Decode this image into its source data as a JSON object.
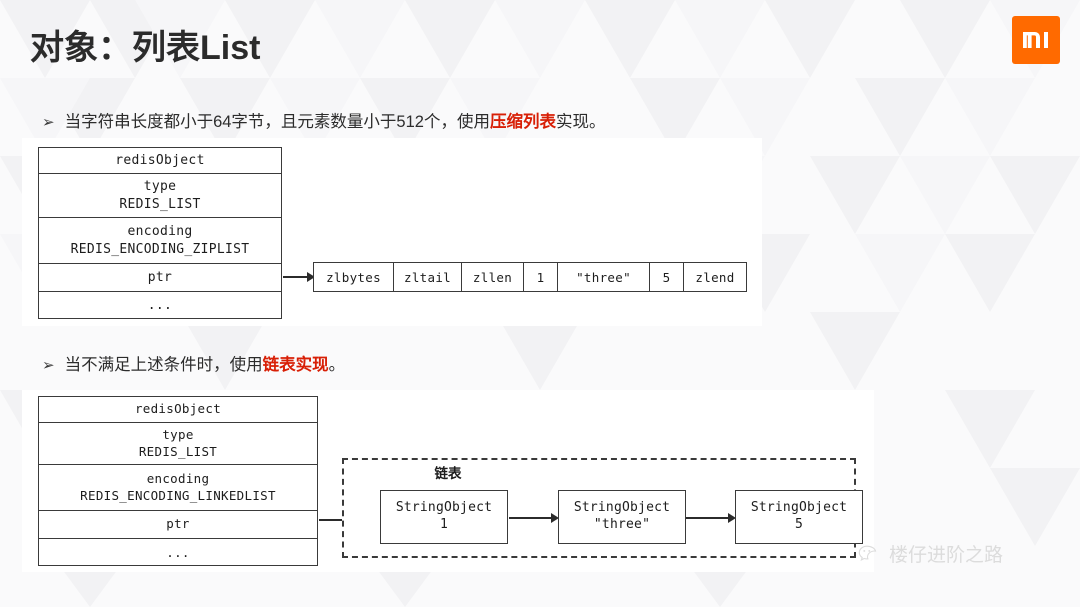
{
  "slide": {
    "title": "对象：列表List",
    "brand_logo": "xiaomi-mi-logo",
    "brand_color": "#ff6a00",
    "highlight_color": "#d81f06",
    "text_color": "#2c2c2c"
  },
  "bullets": [
    {
      "marker": "➢",
      "prefix": "当字符串长度都小于64字节，且元素数量小于512个，使用",
      "highlight": "压缩列表",
      "suffix": "实现。"
    },
    {
      "marker": "➢",
      "prefix": "当不满足上述条件时，使用",
      "highlight": "链表实现",
      "suffix": "。"
    }
  ],
  "figure_ziplist": {
    "redis_object": {
      "header": "redisObject",
      "rows": [
        {
          "label": "type",
          "value": "REDIS_LIST"
        },
        {
          "label": "encoding",
          "value": "REDIS_ENCODING_ZIPLIST"
        },
        {
          "label": "ptr",
          "value": ""
        },
        {
          "label": "...",
          "value": ""
        }
      ]
    },
    "ziplist_cells": [
      {
        "text": "zlbytes",
        "width": 80
      },
      {
        "text": "zltail",
        "width": 68
      },
      {
        "text": "zllen",
        "width": 62
      },
      {
        "text": "1",
        "width": 34
      },
      {
        "text": "\"three\"",
        "width": 92
      },
      {
        "text": "5",
        "width": 34
      },
      {
        "text": "zlend",
        "width": 62
      }
    ]
  },
  "figure_linkedlist": {
    "redis_object": {
      "header": "redisObject",
      "rows": [
        {
          "label": "type",
          "value": "REDIS_LIST"
        },
        {
          "label": "encoding",
          "value": "REDIS_ENCODING_LINKEDLIST"
        },
        {
          "label": "ptr",
          "value": ""
        },
        {
          "label": "...",
          "value": ""
        }
      ]
    },
    "container_label": "链表",
    "nodes": [
      {
        "type": "StringObject",
        "value": "1"
      },
      {
        "type": "StringObject",
        "value": "\"three\""
      },
      {
        "type": "StringObject",
        "value": "5"
      }
    ]
  },
  "watermark": {
    "icon": "wechat-icon",
    "text": "楼仔进阶之路"
  }
}
